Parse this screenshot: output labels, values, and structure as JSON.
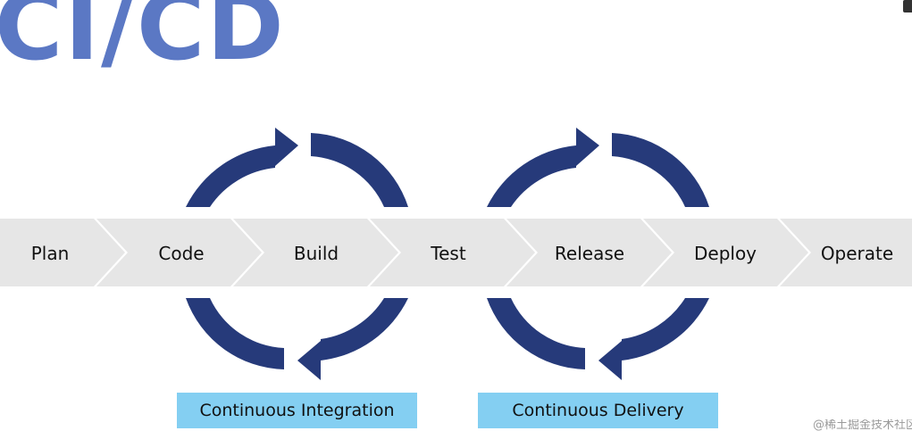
{
  "title": "CI/CD",
  "stages": [
    "Plan",
    "Code",
    "Build",
    "Test",
    "Release",
    "Deploy",
    "Operate"
  ],
  "loops": [
    {
      "label": "Continuous Integration"
    },
    {
      "label": "Continuous Delivery"
    }
  ],
  "watermark": "@稀土掘金技术社区",
  "colors": {
    "title": "#5b78c4",
    "chevron": "#e6e6e6",
    "arrow": "#263a7a",
    "label_bg": "#84cff2"
  }
}
